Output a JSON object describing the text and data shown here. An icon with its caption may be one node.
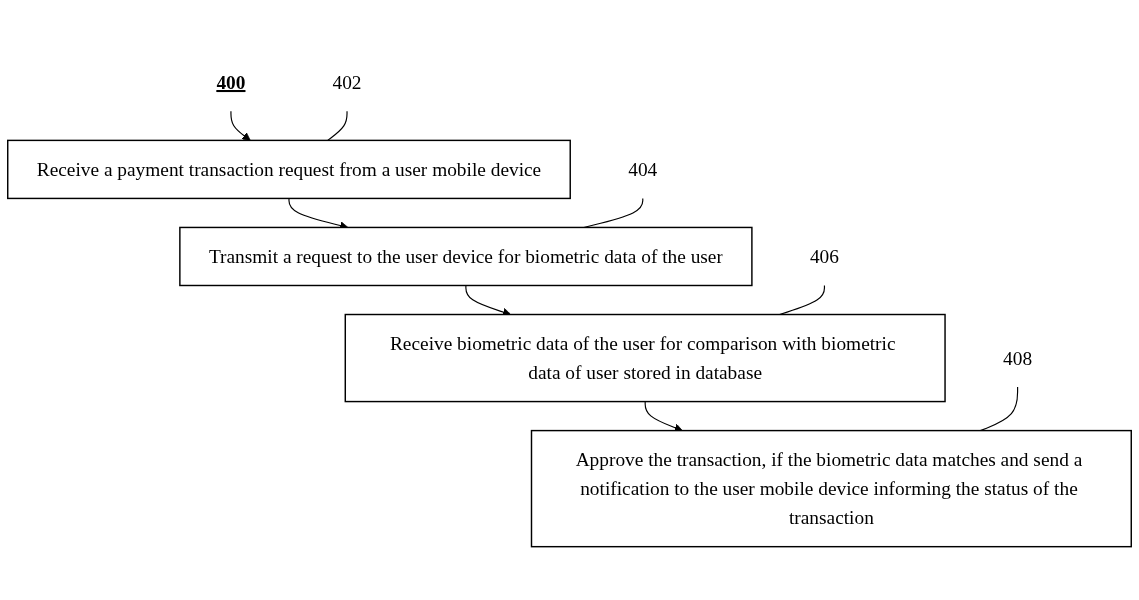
{
  "diagram": {
    "nodes": [
      {
        "text": [
          "400"
        ]
      },
      {
        "text": [
          "Receive a payment transaction request from a user mobile device"
        ]
      },
      {
        "text": [
          "Transmit a request to the user device for biometric data of the user"
        ]
      },
      {
        "text": [
          "Receive biometric data of the user for comparison with biometric data of user stored in database"
        ]
      },
      {
        "text": [
          "Approve the transaction, if the biometric data matches and send a notification to the user mobile device informing the status of the transaction"
        ]
      },
      {
        "text": [
          "402"
        ]
      },
      {
        "text": [
          "404"
        ]
      },
      {
        "text": [
          "406"
        ]
      },
      {
        "text": [
          "408"
        ]
      }
    ],
    "edges": [
      {
        "from": 0,
        "to": 1,
        "arrow": "to"
      },
      {
        "from": 1,
        "to": 2,
        "arrow": "to"
      },
      {
        "from": 2,
        "to": 3,
        "arrow": "to"
      },
      {
        "from": 3,
        "to": 4,
        "arrow": "to"
      },
      {
        "from": 5,
        "to": 1,
        "arrow": "none"
      },
      {
        "from": 6,
        "to": 2,
        "arrow": "none"
      },
      {
        "from": 7,
        "to": 3,
        "arrow": "none"
      },
      {
        "from": 8,
        "to": 4,
        "arrow": "none"
      }
    ]
  }
}
